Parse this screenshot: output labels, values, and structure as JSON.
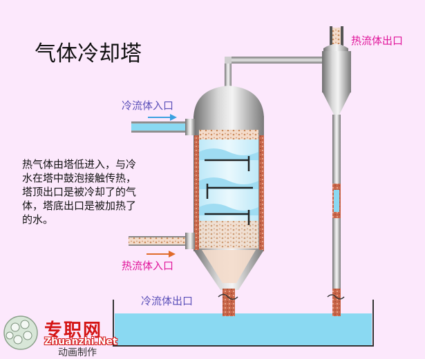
{
  "title": "气体冷却塔",
  "labels": {
    "cold_inlet": "冷流体入口",
    "hot_inlet": "热流体入口",
    "cold_outlet": "冷流体出口",
    "hot_outlet": "热流体出口"
  },
  "description": [
    "热气体由塔低进入，与冷",
    "水在塔中鼓泡接触传热，",
    "塔顶出口是被冷却了的气",
    "体，塔底出口是被加热了",
    "的水。"
  ],
  "logo": {
    "text": "专职网",
    "url": "Zhuanzhi.Net"
  },
  "footer_text": "动画制作",
  "colors": {
    "background": "#fce8fc",
    "water": "#8ad9f2",
    "metal": "#a9a9a9",
    "heat_pipe": "#c9664a",
    "arrow_hot": "#e06b2a",
    "arrow_cold": "#3aa0e0",
    "label_blue": "#5a4fb8",
    "label_pink": "#e0159a"
  }
}
